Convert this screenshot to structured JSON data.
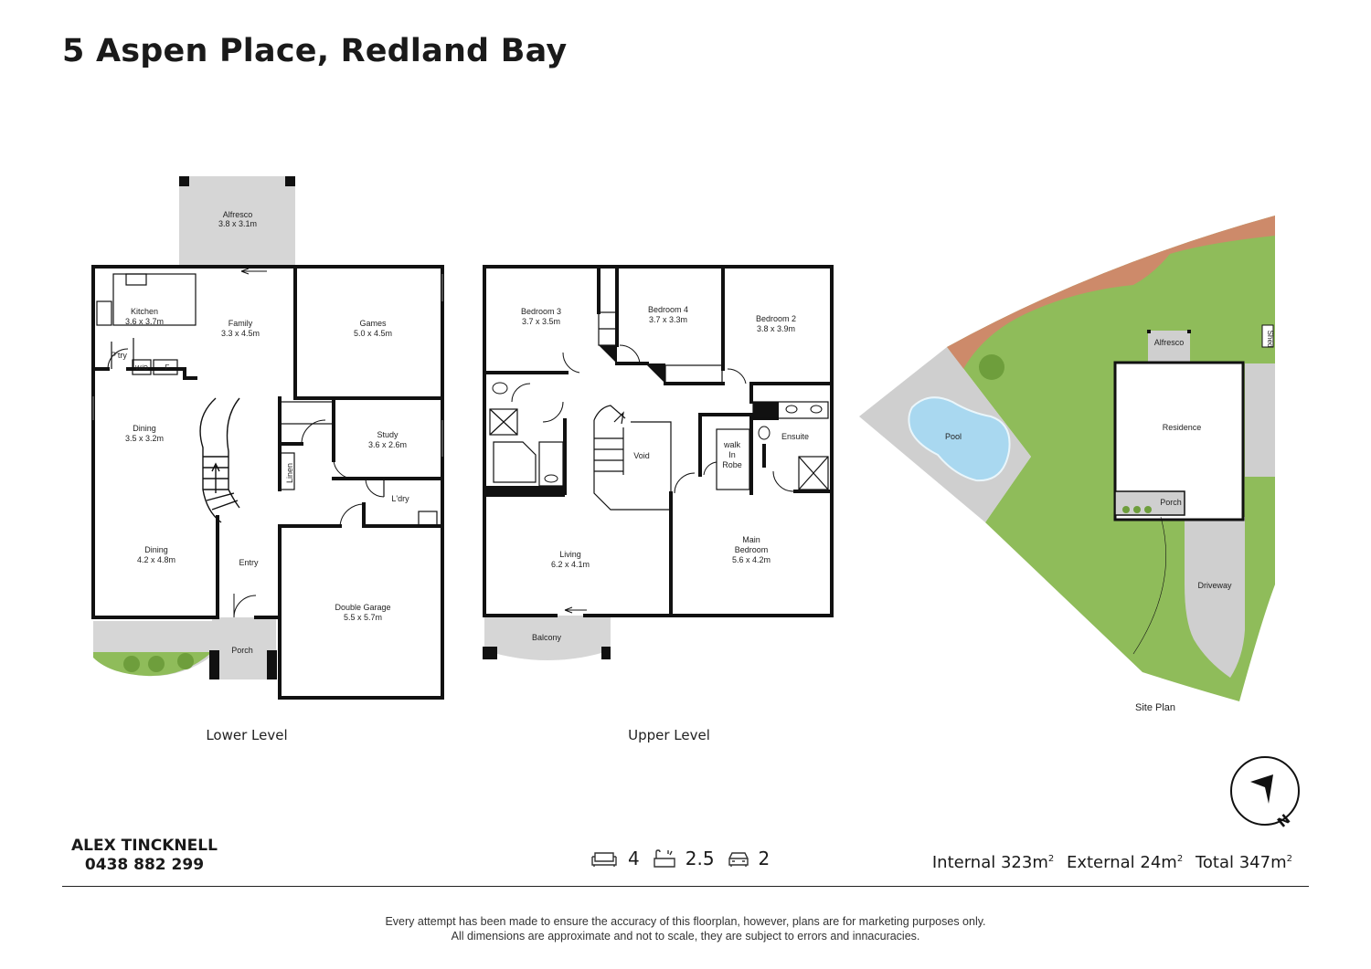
{
  "title": "5 Aspen Place, Redland Bay",
  "levels": {
    "lower": "Lower Level",
    "upper": "Upper Level",
    "site": "Site Plan"
  },
  "lower_rooms": {
    "alfresco": [
      "Alfresco",
      "3.8 x 3.1m"
    ],
    "kitchen": [
      "Kitchen",
      "3.6 x 3.7m"
    ],
    "family": [
      "Family",
      "3.3 x 4.5m"
    ],
    "games": [
      "Games",
      "5.0 x 4.5m"
    ],
    "pantry": "P'try",
    "wo": "W/O",
    "fridge": "F",
    "dining1": [
      "Dining",
      "3.5 x 3.2m"
    ],
    "study": [
      "Study",
      "3.6 x 2.6m"
    ],
    "linen": "Linen",
    "laundry": "L'dry",
    "dining2": [
      "Dining",
      "4.2 x 4.8m"
    ],
    "entry": "Entry",
    "garage": [
      "Double Garage",
      "5.5 x 5.7m"
    ],
    "porch": "Porch"
  },
  "upper_rooms": {
    "bed3": [
      "Bedroom 3",
      "3.7 x 3.5m"
    ],
    "bed4": [
      "Bedroom 4",
      "3.7 x 3.3m"
    ],
    "bed2": [
      "Bedroom 2",
      "3.8 x 3.9m"
    ],
    "void": "Void",
    "wir": [
      "walk",
      "In",
      "Robe"
    ],
    "ensuite": "Ensuite",
    "living": [
      "Living",
      "6.2 x 4.1m"
    ],
    "main": [
      "Main",
      "Bedroom",
      "5.6 x 4.2m"
    ],
    "balcony": "Balcony"
  },
  "site": {
    "alfresco": "Alfresco",
    "shed": "Shed",
    "pool": "Pool",
    "residence": "Residence",
    "porch": "Porch",
    "driveway": "Driveway"
  },
  "compass": "N",
  "agent": {
    "name": "ALEX TINCKNELL",
    "phone": "0438 882 299"
  },
  "features": {
    "bedrooms": "4",
    "bathrooms": "2.5",
    "cars": "2"
  },
  "areas": {
    "internal_label": "Internal",
    "internal_value": "323m",
    "external_label": "External",
    "external_value": "24m",
    "total_label": "Total",
    "total_value": "347m",
    "unit_sup": "2"
  },
  "disclaimer": [
    "Every attempt has been made to ensure the accuracy of this floorplan, however, plans are for marketing purposes only.",
    "All dimensions are approximate and not to scale, they are subject to errors and innacuracies."
  ],
  "colors": {
    "wall": "#111111",
    "outdoor_grey": "#d6d6d6",
    "lawn": "#8fbc5a",
    "garden_bed": "#cd8a6a",
    "pool": "#a9d8f0",
    "site_paving": "#cfcfcf"
  }
}
